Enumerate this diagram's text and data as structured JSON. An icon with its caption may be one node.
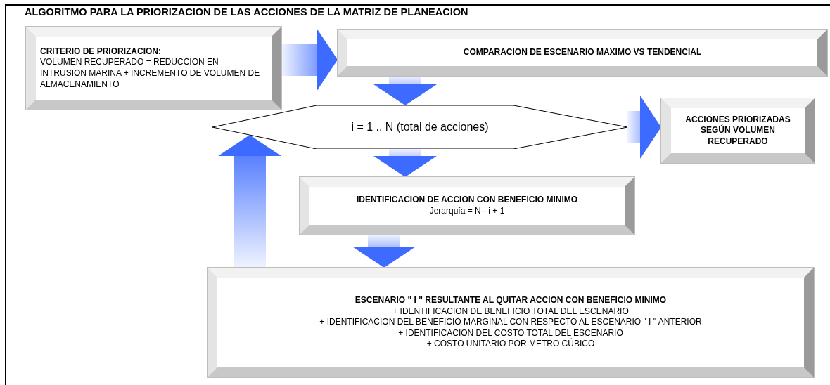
{
  "diagram": {
    "title": "ALGORITMO PARA LA PRIORIZACION DE LAS ACCIONES DE LA MATRIZ DE PLANEACION",
    "nodes": [
      {
        "text": [
          "CRITERIO DE PRIORIZACION:",
          "VOLUMEN RECUPERADO = REDUCCION EN INTRUSION MARINA + INCREMENTO DE VOLUMEN DE ALMACENAMIENTO"
        ]
      },
      {
        "text": [
          "COMPARACION DE ESCENARIO MAXIMO VS TENDENCIAL"
        ]
      },
      {
        "text": [
          "i = 1 .. N (total de acciones)"
        ]
      },
      {
        "text": [
          "ACCIONES PRIORIZADAS SEGÚN VOLUMEN RECUPERADO"
        ]
      },
      {
        "text": [
          "IDENTIFICACION DE ACCION CON BENEFICIO MINIMO",
          "Jerarquía = N - i + 1"
        ]
      },
      {
        "text": [
          "ESCENARIO \" I \" RESULTANTE AL QUITAR ACCION CON BENEFICIO MINIMO",
          "+ IDENTIFICACION DE BENEFICIO TOTAL DEL ESCENARIO",
          "+ IDENTIFICACION DEL BENEFICIO MARGINAL CON RESPECTO AL ESCENARIO \" I \" ANTERIOR",
          "+ IDENTIFICACION DEL COSTO TOTAL DEL ESCENARIO",
          "+ COSTO UNITARIO POR METRO CÚBICO"
        ]
      }
    ],
    "edges": [
      {
        "from": 0,
        "to": 1,
        "arrow": "to"
      },
      {
        "from": 1,
        "to": 2,
        "arrow": "to"
      },
      {
        "from": 2,
        "to": 3,
        "arrow": "to"
      },
      {
        "from": 2,
        "to": 4,
        "arrow": "to"
      },
      {
        "from": 4,
        "to": 5,
        "arrow": "to"
      },
      {
        "from": 5,
        "to": 2,
        "arrow": "to"
      }
    ]
  }
}
